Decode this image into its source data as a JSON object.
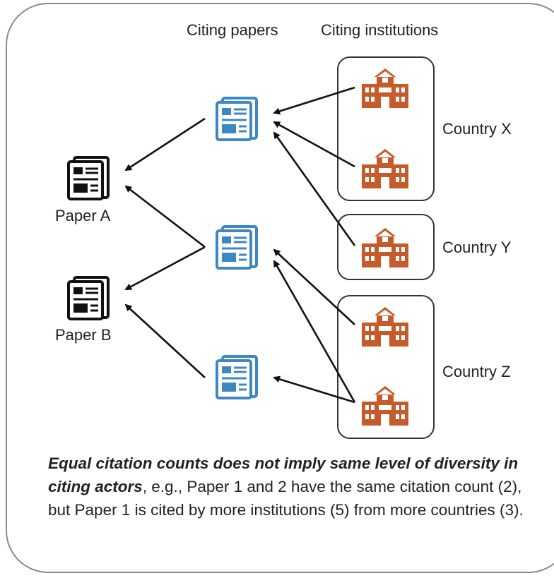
{
  "headers": {
    "citing_papers": "Citing papers",
    "citing_institutions": "Citing institutions"
  },
  "papers": [
    {
      "label": "Paper A"
    },
    {
      "label": "Paper B"
    }
  ],
  "countries": [
    {
      "label": "Country X"
    },
    {
      "label": "Country Y"
    },
    {
      "label": "Country Z"
    }
  ],
  "caption": {
    "emphasis": "Equal citation counts does not imply same level of diversity in citing actors",
    "rest": ", e.g., Paper 1 and 2 have the same citation count (2), but Paper 1 is cited by more institutions (5) from more countries (3)."
  },
  "colors": {
    "paper": "#111111",
    "citing_paper": "#3d87c3",
    "institution": "#c55a2a",
    "arrow": "#111111"
  }
}
